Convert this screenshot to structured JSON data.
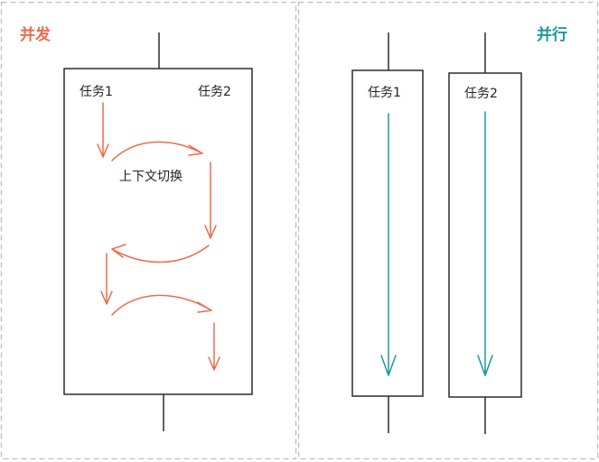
{
  "colors": {
    "concurrent_accent": "#ef6a4c",
    "parallel_accent": "#1a9a98",
    "border": "#2b2b2b",
    "divider": "#bdbdbd"
  },
  "concurrent": {
    "title": "并发",
    "task1": "任务1",
    "task2": "任务2",
    "context_switch": "上下文切换"
  },
  "parallel": {
    "title": "并行",
    "task1": "任务1",
    "task2": "任务2"
  }
}
